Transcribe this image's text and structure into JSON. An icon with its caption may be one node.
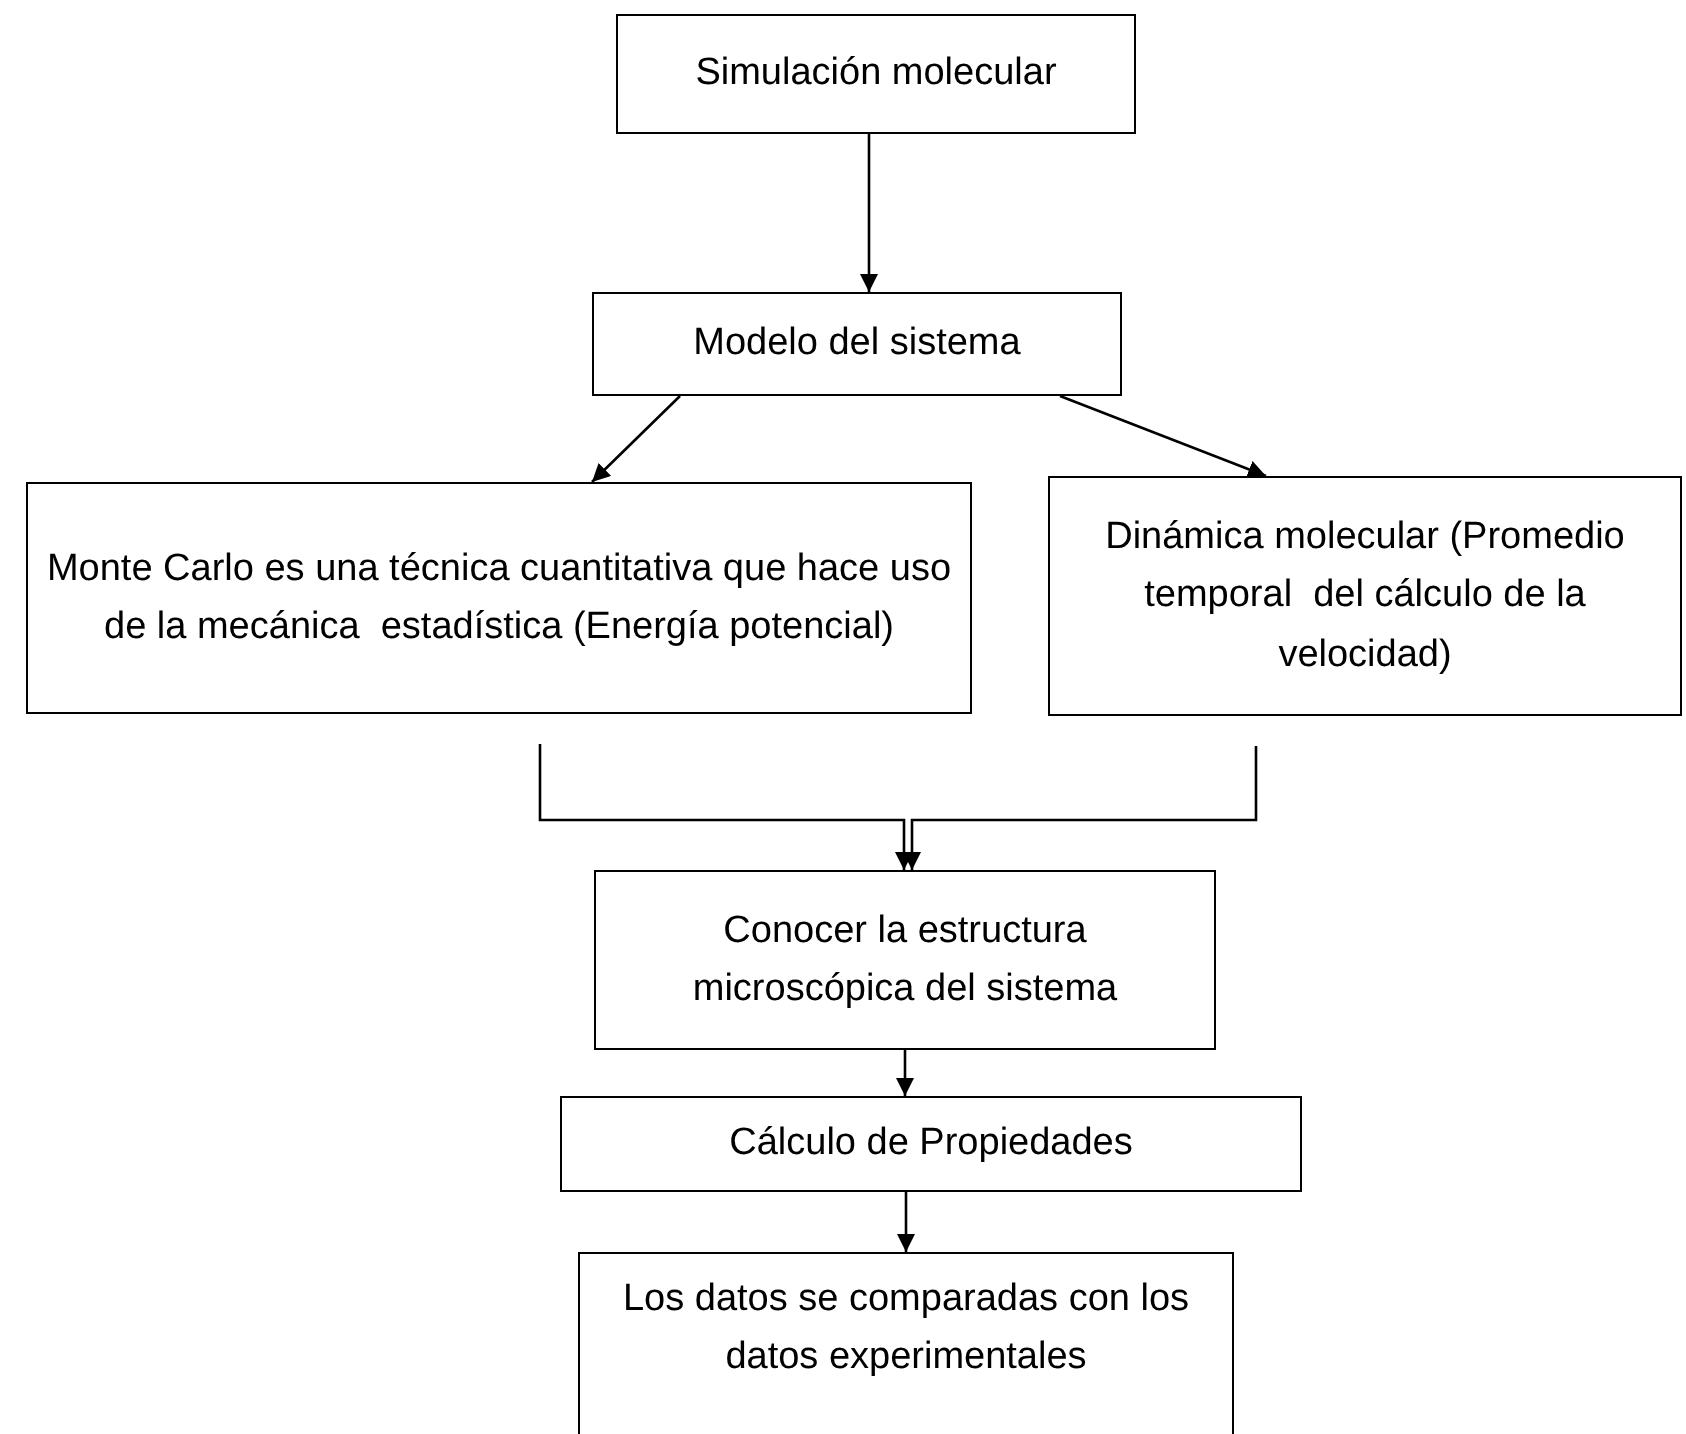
{
  "diagram": {
    "nodes": [
      {
        "text": [
          "Simulación molecular"
        ]
      },
      {
        "text": [
          "Modelo del sistema"
        ]
      },
      {
        "text": [
          "Monte Carlo es una técnica cuantitativa que hace uso de la mecánica  estadística (Energía potencial)"
        ]
      },
      {
        "text": [
          "Dinámica molecular (Promedio temporal  del cálculo de la velocidad)"
        ]
      },
      {
        "text": [
          "Conocer la estructura microscópica del sistema"
        ]
      },
      {
        "text": [
          "Cálculo de Propiedades"
        ]
      },
      {
        "text": [
          "Los datos se comparadas con los datos experimentales"
        ]
      }
    ],
    "edges": [
      {
        "from": 0,
        "to": 1,
        "arrow": "to"
      },
      {
        "from": 1,
        "to": 2,
        "arrow": "to"
      },
      {
        "from": 1,
        "to": 3,
        "arrow": "to"
      },
      {
        "from": 2,
        "to": 4,
        "arrow": "to"
      },
      {
        "from": 3,
        "to": 4,
        "arrow": "to"
      },
      {
        "from": 4,
        "to": 5,
        "arrow": "to"
      },
      {
        "from": 5,
        "to": 6,
        "arrow": "to"
      }
    ]
  }
}
